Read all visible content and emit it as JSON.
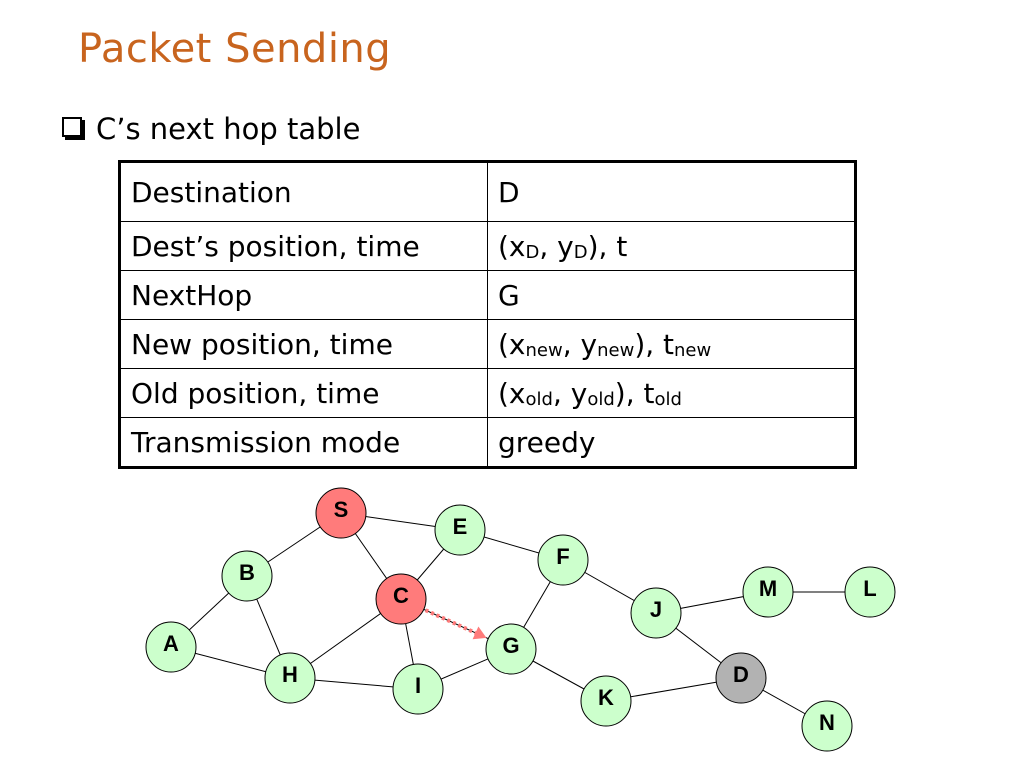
{
  "title": "Packet Sending",
  "subtitle": "C’s next hop table",
  "table": {
    "rows": [
      {
        "label": "Destination",
        "value": {
          "parts": [
            {
              "t": "D"
            }
          ]
        }
      },
      {
        "label": "Dest’s position, time",
        "value": {
          "parts": [
            {
              "t": "(x"
            },
            {
              "s": "D"
            },
            {
              "t": ", y"
            },
            {
              "s": "D"
            },
            {
              "t": "), t"
            }
          ]
        }
      },
      {
        "label": "NextHop",
        "value": {
          "parts": [
            {
              "t": "G"
            }
          ]
        }
      },
      {
        "label": "New position, time",
        "value": {
          "parts": [
            {
              "t": "(x"
            },
            {
              "s": "new"
            },
            {
              "t": ", y"
            },
            {
              "s": "new"
            },
            {
              "t": "), t"
            },
            {
              "s": "new"
            }
          ]
        }
      },
      {
        "label": "Old position, time",
        "value": {
          "parts": [
            {
              "t": "(x"
            },
            {
              "s": "old"
            },
            {
              "t": ", y"
            },
            {
              "s": "old"
            },
            {
              "t": "), t"
            },
            {
              "s": "old"
            }
          ]
        }
      },
      {
        "label": "Transmission mode",
        "value": {
          "parts": [
            {
              "t": "greedy"
            }
          ]
        }
      }
    ]
  },
  "graph": {
    "colors": {
      "normal": "#ccffcc",
      "source": "#ff7b7b",
      "current": "#ff7b7b",
      "destination": "#b2b2b2",
      "arrow": "#ff7b7b"
    },
    "nodes": [
      {
        "id": "S",
        "role": "source"
      },
      {
        "id": "E",
        "role": "normal"
      },
      {
        "id": "F",
        "role": "normal"
      },
      {
        "id": "B",
        "role": "normal"
      },
      {
        "id": "C",
        "role": "current"
      },
      {
        "id": "M",
        "role": "normal"
      },
      {
        "id": "L",
        "role": "normal"
      },
      {
        "id": "J",
        "role": "normal"
      },
      {
        "id": "A",
        "role": "normal"
      },
      {
        "id": "G",
        "role": "normal"
      },
      {
        "id": "H",
        "role": "normal"
      },
      {
        "id": "D",
        "role": "destination"
      },
      {
        "id": "I",
        "role": "normal"
      },
      {
        "id": "K",
        "role": "normal"
      },
      {
        "id": "N",
        "role": "normal"
      }
    ],
    "edges": [
      [
        "S",
        "E"
      ],
      [
        "S",
        "B"
      ],
      [
        "S",
        "C"
      ],
      [
        "E",
        "F"
      ],
      [
        "E",
        "C"
      ],
      [
        "F",
        "J"
      ],
      [
        "F",
        "G"
      ],
      [
        "B",
        "A"
      ],
      [
        "B",
        "H"
      ],
      [
        "C",
        "H"
      ],
      [
        "C",
        "I"
      ],
      [
        "C",
        "G"
      ],
      [
        "J",
        "M"
      ],
      [
        "M",
        "L"
      ],
      [
        "J",
        "D"
      ],
      [
        "A",
        "H"
      ],
      [
        "H",
        "I"
      ],
      [
        "I",
        "G"
      ],
      [
        "G",
        "K"
      ],
      [
        "K",
        "D"
      ],
      [
        "D",
        "N"
      ]
    ],
    "arrow": [
      "C",
      "G"
    ]
  }
}
